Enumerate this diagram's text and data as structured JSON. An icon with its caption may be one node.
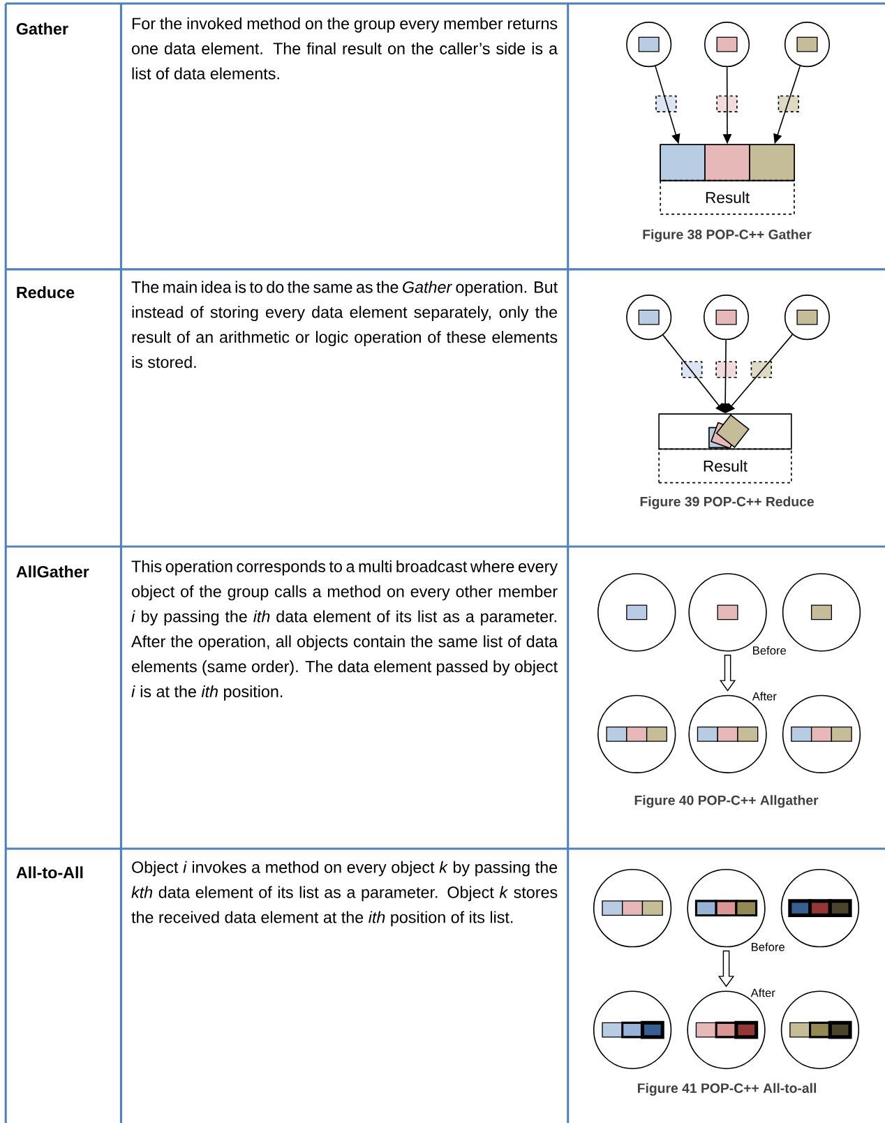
{
  "diagram": {
    "nodes": [
      {
        "text": [],
        "shape": "circle"
      },
      {
        "text": [],
        "shape": "circle"
      },
      {
        "text": [],
        "shape": "circle"
      },
      {
        "text": [],
        "shape": "box"
      },
      {
        "text": [
          "Result"
        ]
      },
      {
        "text": [],
        "shape": "circle"
      },
      {
        "text": [],
        "shape": "circle"
      },
      {
        "text": [],
        "shape": "circle"
      },
      {
        "text": [],
        "shape": "box"
      },
      {
        "text": [
          "Result"
        ]
      },
      {
        "text": [],
        "shape": "circle"
      },
      {
        "text": [],
        "shape": "circle"
      },
      {
        "text": [],
        "shape": "circle"
      },
      {
        "text": [],
        "shape": "circle"
      },
      {
        "text": [],
        "shape": "circle"
      },
      {
        "text": [],
        "shape": "circle"
      },
      {
        "text": [],
        "shape": "circle"
      },
      {
        "text": [],
        "shape": "circle"
      },
      {
        "text": [],
        "shape": "circle"
      },
      {
        "text": [],
        "shape": "circle"
      },
      {
        "text": [],
        "shape": "circle"
      },
      {
        "text": [],
        "shape": "circle"
      }
    ],
    "edges": [
      {
        "from": 0,
        "to": 3,
        "arrow": "to"
      },
      {
        "from": 1,
        "to": 3,
        "arrow": "to"
      },
      {
        "from": 2,
        "to": 3,
        "arrow": "to"
      },
      {
        "from": 5,
        "to": 8,
        "arrow": "to"
      },
      {
        "from": 6,
        "to": 8,
        "arrow": "to"
      },
      {
        "from": 7,
        "to": 8,
        "arrow": "to"
      },
      {
        "from": 11,
        "to": 14,
        "arrow": "to"
      },
      {
        "from": 17,
        "to": 20,
        "arrow": "to"
      }
    ],
    "labels": [
      "Gather",
      "For the invoked method on the group every member returns one data element. The final result on the caller’s side is a list of data elements.",
      "Figure 38 POP-C++ Gather",
      "Reduce",
      "The main idea is to do the same as the *Gather* operation. But instead of storing every data element separately, only the result of an arithmetic or logic operation of these elements is stored.",
      "Figure 39 POP-C++ Reduce",
      "AllGather",
      "This operation corresponds to a multi broadcast where every object of the group calls a method on every other member *i* by passing the *ith* data element of its list as a parameter. After the operation, all objects contain the same list of data elements (same order). The data element passed by object *i* is at the *ith* position.",
      "Before",
      "After",
      "Figure 40 POP-C++ Allgather",
      "All-to-All",
      "Object *i* invokes a method on every object *k* by passing the *kth* data element of its list as a parameter. Object *k* stores the received data element at the *ith* position of its list.",
      "Before",
      "After",
      "Figure 41 POP-C++ All-to-all"
    ]
  }
}
